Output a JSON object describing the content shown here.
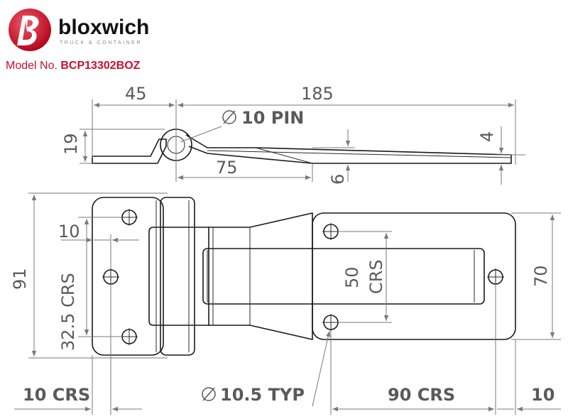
{
  "brand": {
    "name": "bloxwich",
    "tagline": "TRUCK & CONTAINER",
    "accent": "#c8102e"
  },
  "model": {
    "label": "Model No.",
    "number": "BCP13302BOZ"
  },
  "dimensions": {
    "d45": "45",
    "d185": "185",
    "pin": "10 PIN",
    "d19": "19",
    "d4": "4",
    "d75": "75",
    "d6": "6",
    "d91": "91",
    "d10_top": "10",
    "d32_5": "32.5 CRS",
    "d50": "50",
    "d50_crs": "CRS",
    "d70": "70",
    "d10_crs": "10 CRS",
    "d10_5": "10.5 TYP",
    "d90": "90 CRS",
    "d10_right": "10",
    "diameter_symbol": "∅"
  }
}
